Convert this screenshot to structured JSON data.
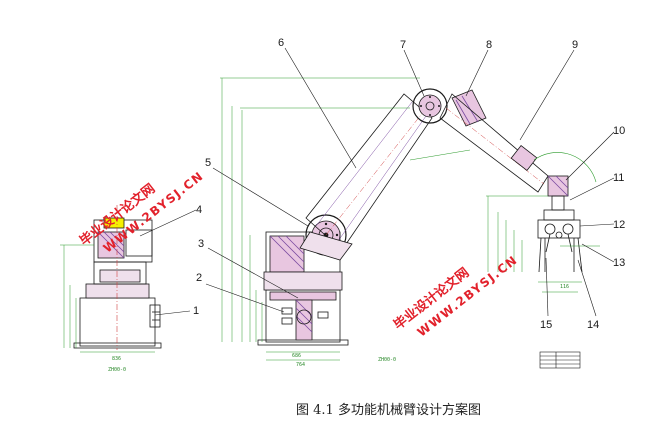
{
  "caption": "图 4.1 多功能机械臂设计方案图",
  "part_numbers": [
    "1",
    "2",
    "3",
    "4",
    "5",
    "6",
    "7",
    "8",
    "9",
    "10",
    "11",
    "12",
    "13",
    "14",
    "15"
  ],
  "watermarks": [
    {
      "line1": "毕业设计论文网",
      "line2": "WWW.2BYSJ.CN"
    },
    {
      "line1": "毕业设计论文网",
      "line2": "WWW.2BYSJ.CN"
    }
  ],
  "colors": {
    "outline": "#1a1a1a",
    "dimension": "#2a9a2a",
    "hatch": "#7a4aa0",
    "watermark": "#e2212b",
    "axis": "#d04040",
    "fill_pink": "#e8c6e0"
  }
}
